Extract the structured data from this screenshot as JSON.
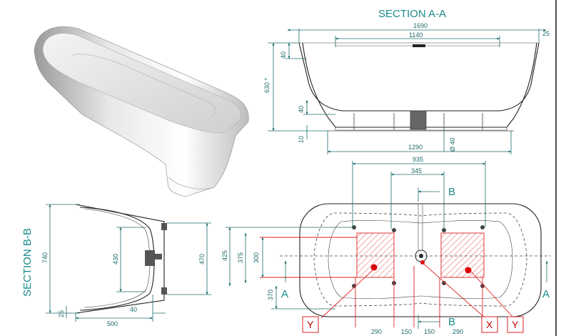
{
  "section_aa": {
    "title": "SECTION A-A",
    "dims": {
      "overall_length": "1690",
      "inner_length": "1140",
      "rim": "25",
      "top_gap": "40",
      "height": "630 *",
      "floor_gap": "40",
      "foot": "10",
      "base_length": "1290",
      "drain_dia": "Ø 40"
    }
  },
  "plan_view": {
    "dims": {
      "width_935": "935",
      "width_345": "345",
      "height_425": "425",
      "height_375": "375",
      "height_300": "300",
      "height_370": "370",
      "bottom_290_left": "290",
      "bottom_150_left": "150",
      "bottom_150_right": "150",
      "bottom_290_right": "290"
    },
    "section_marks": {
      "b_top": "B",
      "b_bottom": "B",
      "a_left": "A",
      "a_right": "A"
    },
    "zone_labels": {
      "y_left": "Y",
      "x_center": "X",
      "y_right": "Y"
    }
  },
  "section_bb": {
    "title": "SECTION B-B",
    "dims": {
      "height_740": "740",
      "height_430": "430",
      "height_470": "470",
      "rim_25": "25",
      "width_500": "500",
      "offset_40": "40"
    }
  },
  "colors": {
    "dimension": "#1f6b6b",
    "title": "#1a8a8a",
    "zone": "#d22222",
    "outline": "#222222"
  }
}
